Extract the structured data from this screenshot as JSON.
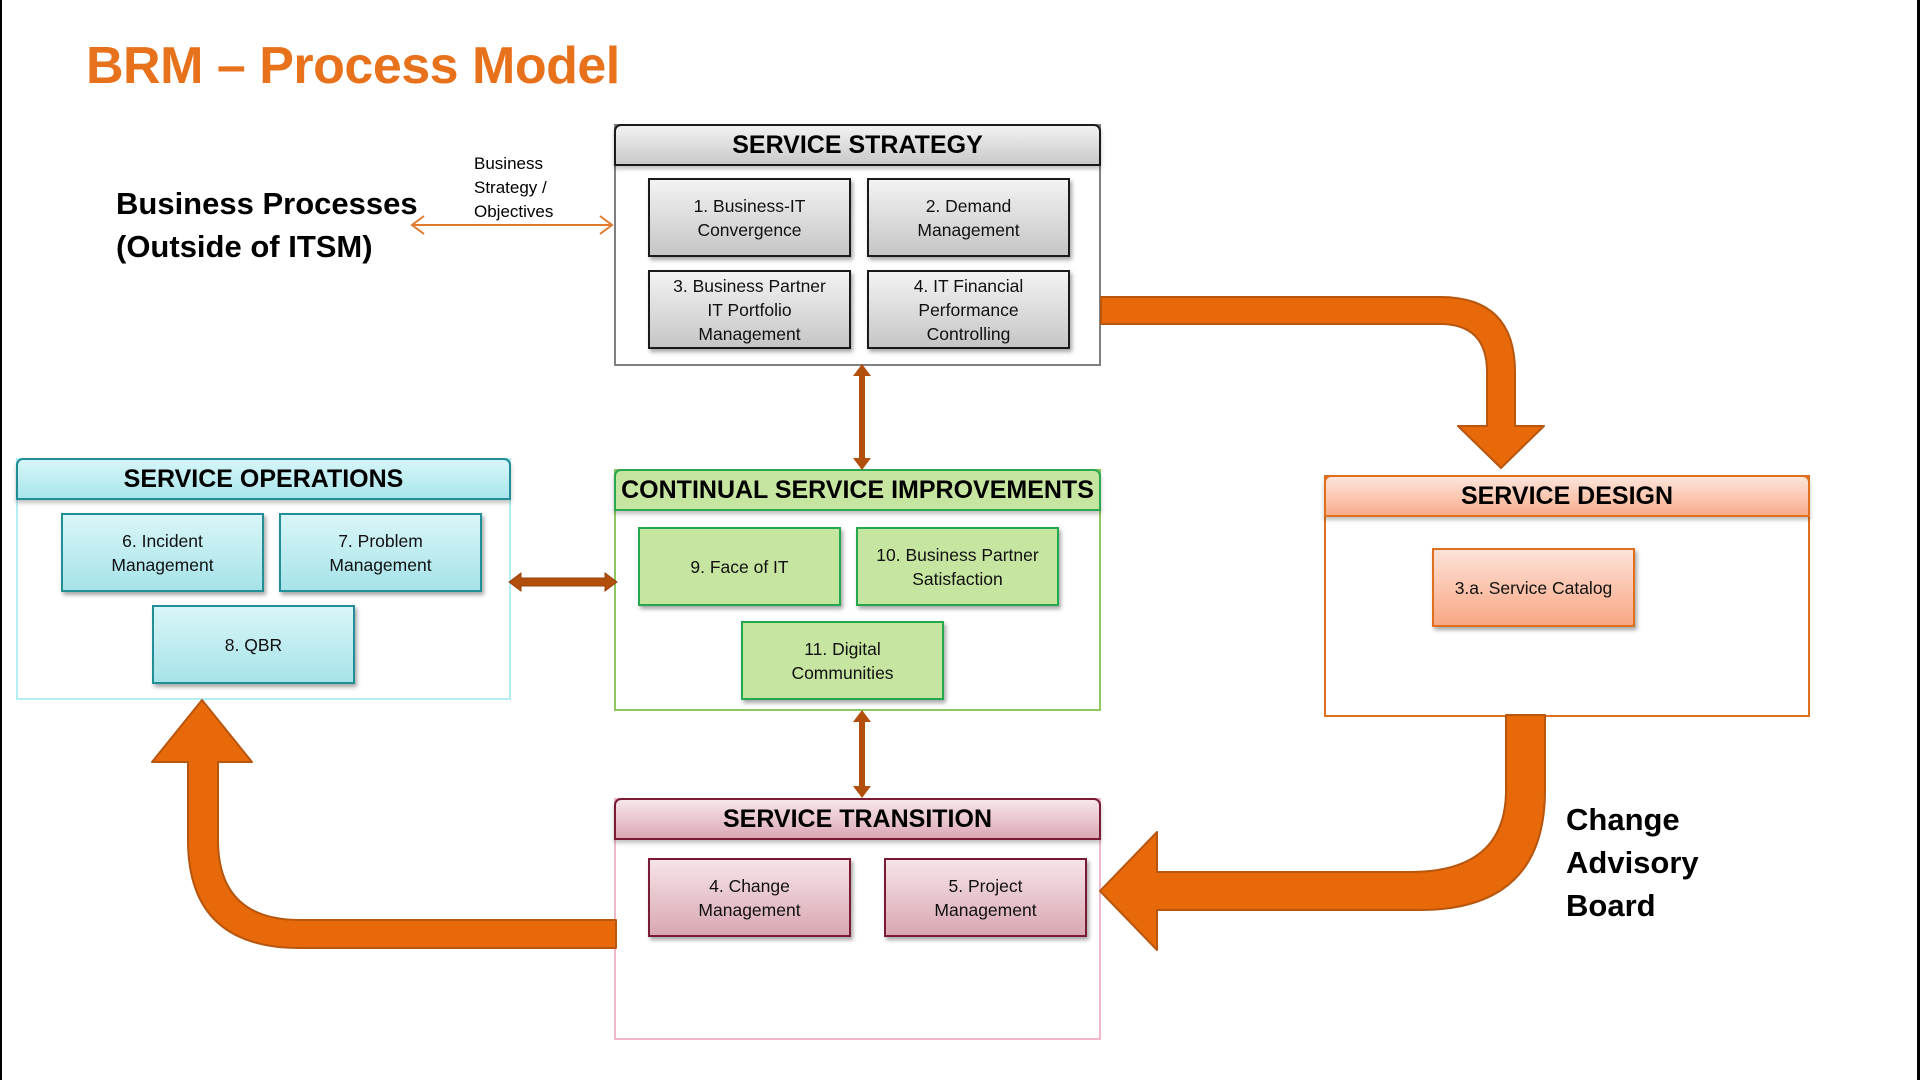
{
  "title": "BRM – Process Model",
  "business_processes": {
    "line1": "Business Processes",
    "line2": "(Outside of ITSM)",
    "link_label": [
      "Business",
      "Strategy /",
      "Objectives"
    ]
  },
  "change_advisory_board": [
    "Change",
    "Advisory",
    "Board"
  ],
  "colors": {
    "accent_orange": "#e8711c",
    "flow_arrow": "#e8690a",
    "flow_arrow_stroke": "#b8560e",
    "link_arrow": "#b24f0c"
  },
  "groups": {
    "strategy": {
      "title": "SERVICE STRATEGY",
      "items": [
        [
          "1. Business-IT",
          "Convergence"
        ],
        [
          "2. Demand",
          "Management"
        ],
        [
          "3. Business Partner",
          "IT Portfolio",
          "Management"
        ],
        [
          "4. IT Financial",
          "Performance",
          "Controlling"
        ]
      ]
    },
    "operations": {
      "title": "SERVICE OPERATIONS",
      "items": [
        [
          "6. Incident",
          "Management"
        ],
        [
          "7. Problem",
          "Management"
        ],
        [
          "8. QBR"
        ]
      ]
    },
    "csi": {
      "title": "CONTINUAL SERVICE IMPROVEMENTS",
      "items": [
        [
          "9. Face of IT"
        ],
        [
          "10. Business Partner",
          "Satisfaction"
        ],
        [
          "11. Digital",
          "Communities"
        ]
      ]
    },
    "design": {
      "title": "SERVICE DESIGN",
      "items": [
        [
          "3.a. Service Catalog"
        ]
      ]
    },
    "transition": {
      "title": "SERVICE TRANSITION",
      "items": [
        [
          "4. Change",
          "Management"
        ],
        [
          "5. Project",
          "Management"
        ]
      ]
    }
  }
}
